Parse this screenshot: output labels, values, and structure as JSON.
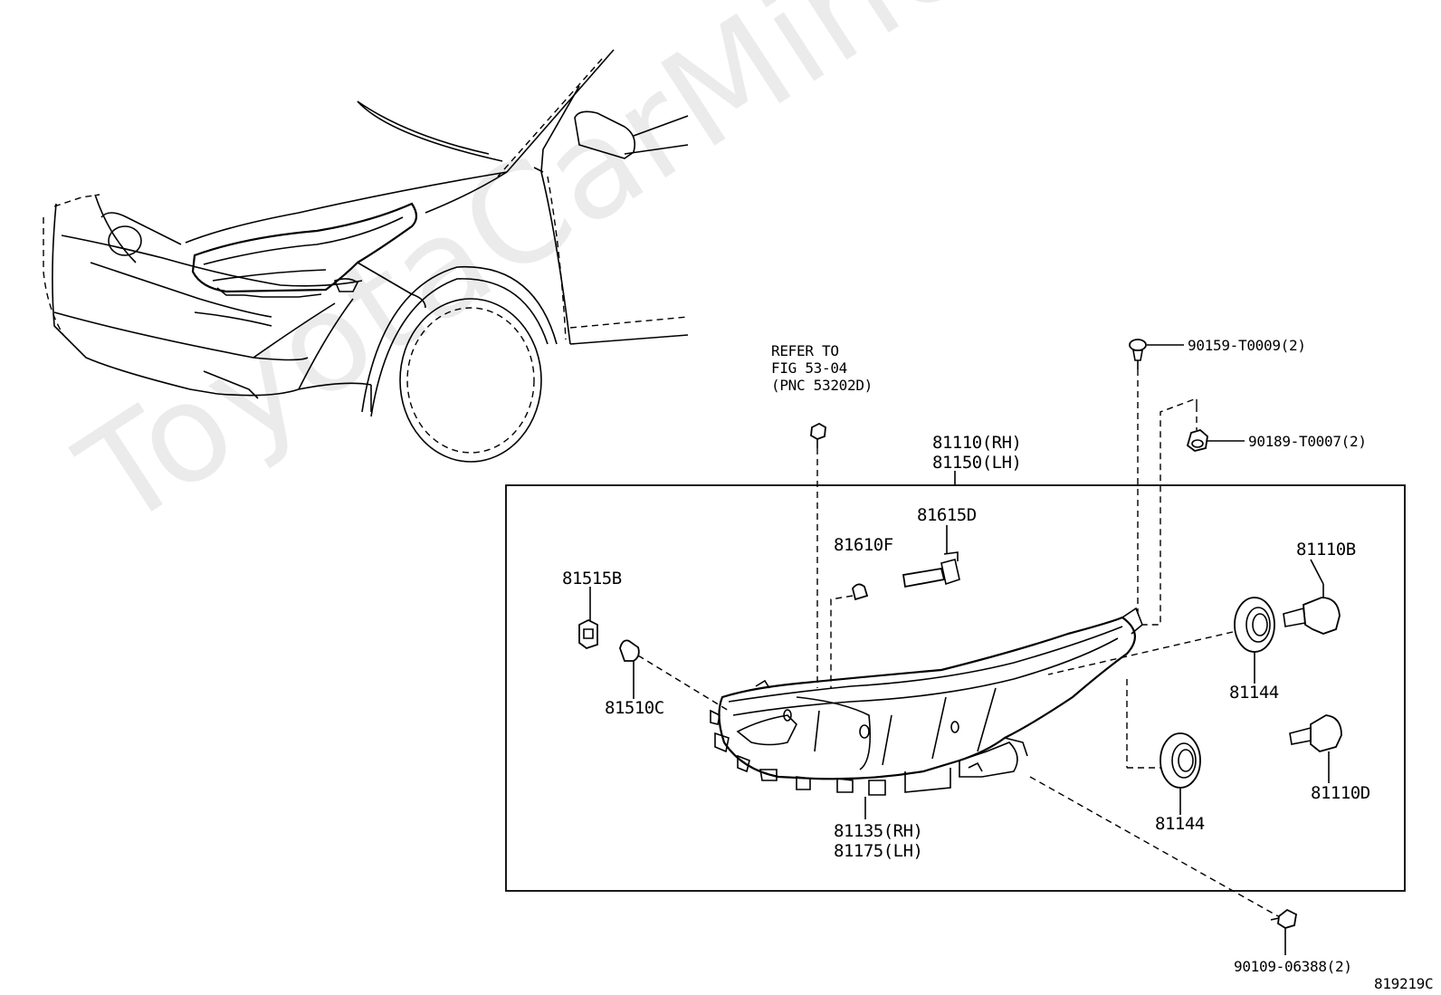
{
  "diagram_code": "819219C",
  "refer_note": {
    "line1": "REFER TO",
    "line2": "FIG 53-04",
    "line3": "(PNC 53202D)"
  },
  "watermark": "ToyotaCarMine.ru",
  "assembly_label": {
    "rh": "81110(RH)",
    "lh": "81150(LH)"
  },
  "parts": {
    "p81615D": "81615D",
    "p81610F": "81610F",
    "p81515B": "81515B",
    "p81510C": "81510C",
    "p81110B": "81110B",
    "p81144a": "81144",
    "p81144b": "81144",
    "p81110D": "81110D",
    "p81135": "81135(RH)",
    "p81175": "81175(LH)",
    "p90159": "90159-T0009(2)",
    "p90189": "90189-T0007(2)",
    "p90109": "90109-06388(2)"
  }
}
